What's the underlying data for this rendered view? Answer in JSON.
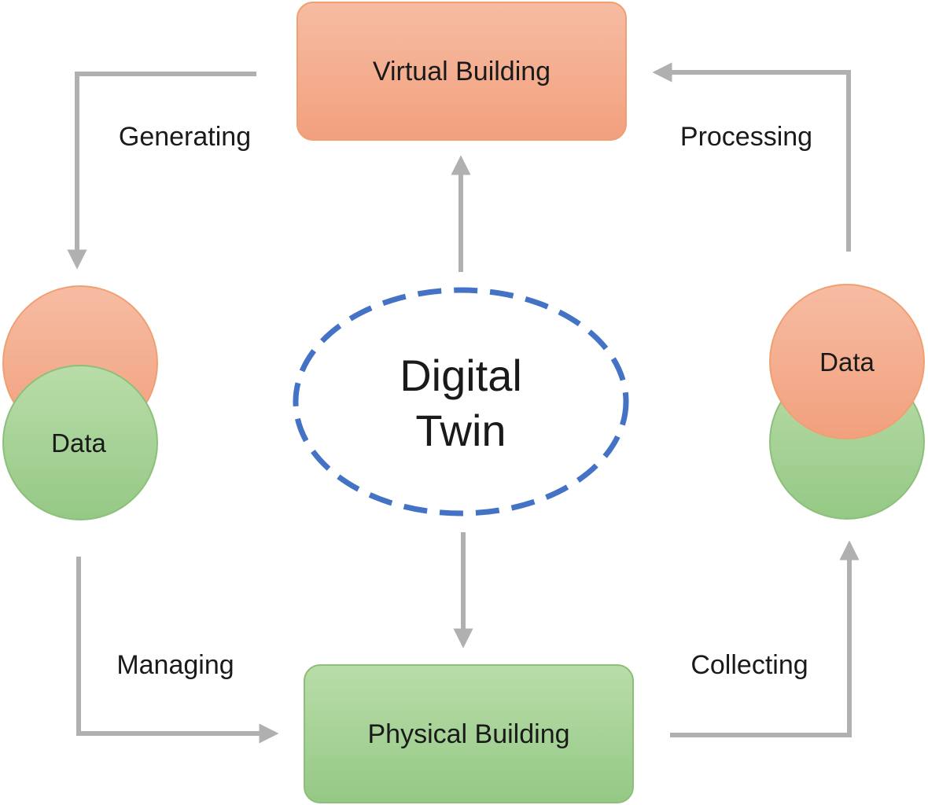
{
  "nodes": {
    "virtual_building": "Virtual Building",
    "physical_building": "Physical Building",
    "data_left": "Data",
    "data_right": "Data",
    "center_line1": "Digital",
    "center_line2": "Twin"
  },
  "edges": {
    "generating": "Generating",
    "processing": "Processing",
    "managing": "Managing",
    "collecting": "Collecting"
  },
  "colors": {
    "orange_box_top": "#f5b49a",
    "orange_box_bottom": "#f3a07c",
    "orange_stroke": "#f0a070",
    "green_box_top": "#b6dba6",
    "green_box_bottom": "#96c987",
    "green_stroke": "#8cc07a",
    "arrow": "#b0b0b0",
    "dashed_ellipse": "#4472c4"
  }
}
